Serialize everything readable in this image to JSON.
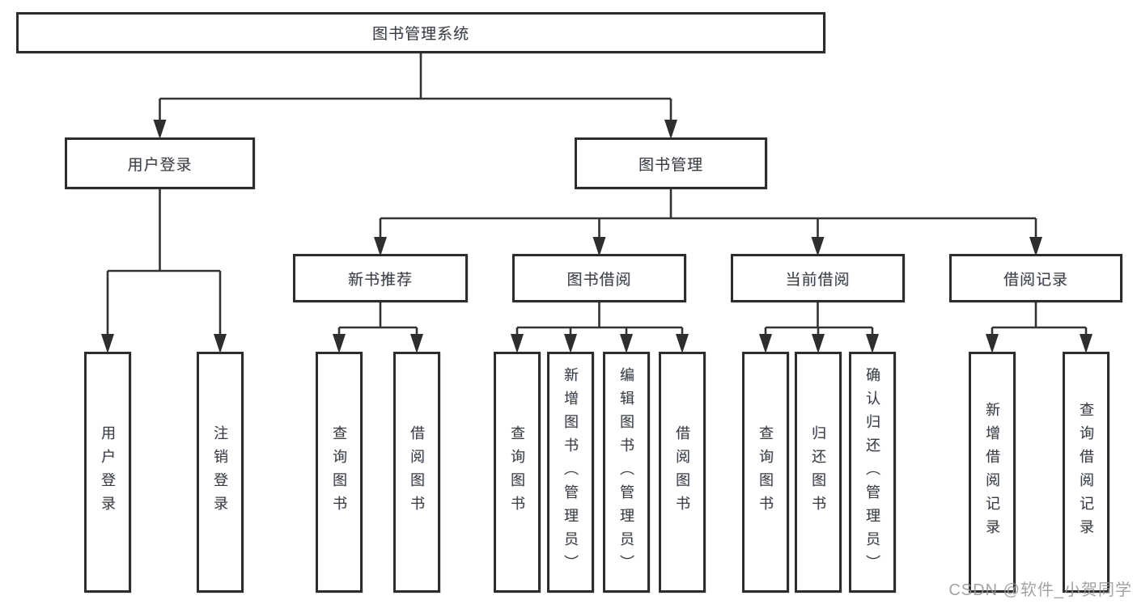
{
  "diagram": {
    "title": "图书管理系统",
    "root": {
      "label": "图书管理系统"
    },
    "level2": [
      {
        "label": "用户登录"
      },
      {
        "label": "图书管理"
      }
    ],
    "level3": [
      {
        "label": "新书推荐"
      },
      {
        "label": "图书借阅"
      },
      {
        "label": "当前借阅"
      },
      {
        "label": "借阅记录"
      }
    ],
    "leaves": {
      "user_login": [
        "用户登录",
        "注销登录"
      ],
      "new_books": [
        "查询图书",
        "借阅图书"
      ],
      "book_borrow": [
        "查询图书",
        "新增图书（管理员）",
        "编辑图书（管理员）",
        "借阅图书"
      ],
      "current_borrow": [
        "查询图书",
        "归还图书",
        "确认归还（管理员）"
      ],
      "borrow_records": [
        "新增借阅记录",
        "查询借阅记录"
      ]
    },
    "colors": {
      "line": "#333333",
      "border": "#2d2d2d",
      "text": "#3c3c3c",
      "background": "#ffffff",
      "watermark": "#969696"
    },
    "watermark": "CSDN @软件_小贺同学"
  }
}
